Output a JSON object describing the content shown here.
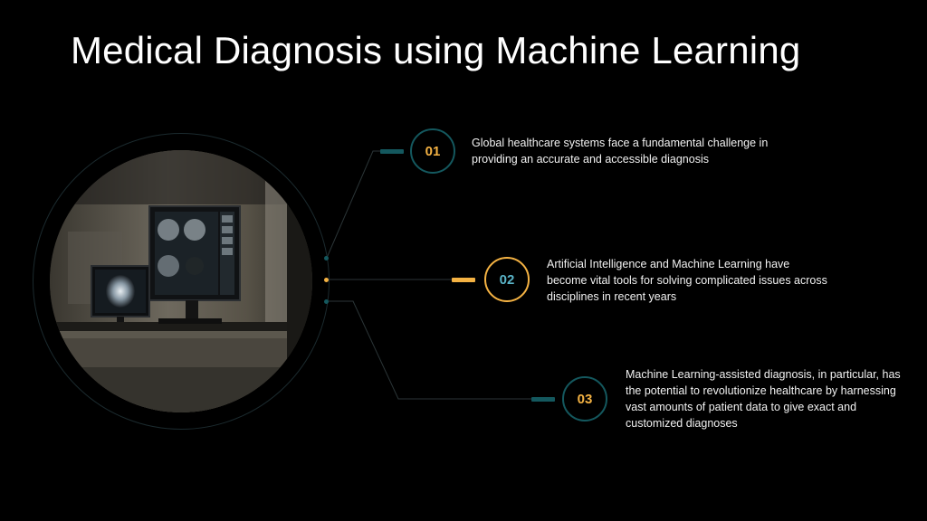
{
  "slide": {
    "title": "Medical Diagnosis using Machine Learning"
  },
  "colors": {
    "teal": "#14585e",
    "orange": "#f4b243",
    "tealText": "#5ab4c8",
    "background": "#000000"
  },
  "items": [
    {
      "number": "01",
      "text": "Global healthcare systems face a fundamental challenge in providing an accurate and accessible diagnosis",
      "accent": "teal"
    },
    {
      "number": "02",
      "text": "Artificial Intelligence and Machine Learning have become vital tools for solving complicated issues across disciplines in recent years",
      "accent": "orange"
    },
    {
      "number": "03",
      "text": "Machine Learning-assisted diagnosis, in particular, has the potential to revolutionize healthcare by harnessing vast amounts of patient data to give exact and customized diagnoses",
      "accent": "teal"
    }
  ]
}
